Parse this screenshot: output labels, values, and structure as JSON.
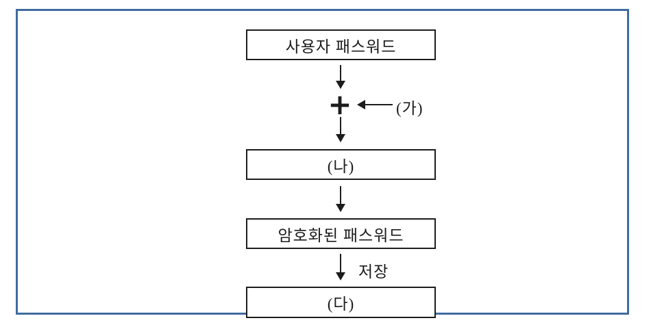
{
  "diagram": {
    "boxes": [
      {
        "label": "사용자 패스워드"
      },
      {
        "label": "(나)"
      },
      {
        "label": "암호화된 패스워드"
      },
      {
        "label": "(다)"
      }
    ],
    "operator_symbol": "+",
    "side_input_label": "(가)",
    "save_arrow_label": "저장",
    "icons": [
      "plus-icon",
      "arrow-down-icon",
      "arrow-left-icon"
    ],
    "colors": {
      "frame_border": "#3f6b9e",
      "box_border": "#1c1c1c",
      "arrow": "#1c1c1c",
      "background": "#ffffff"
    }
  }
}
